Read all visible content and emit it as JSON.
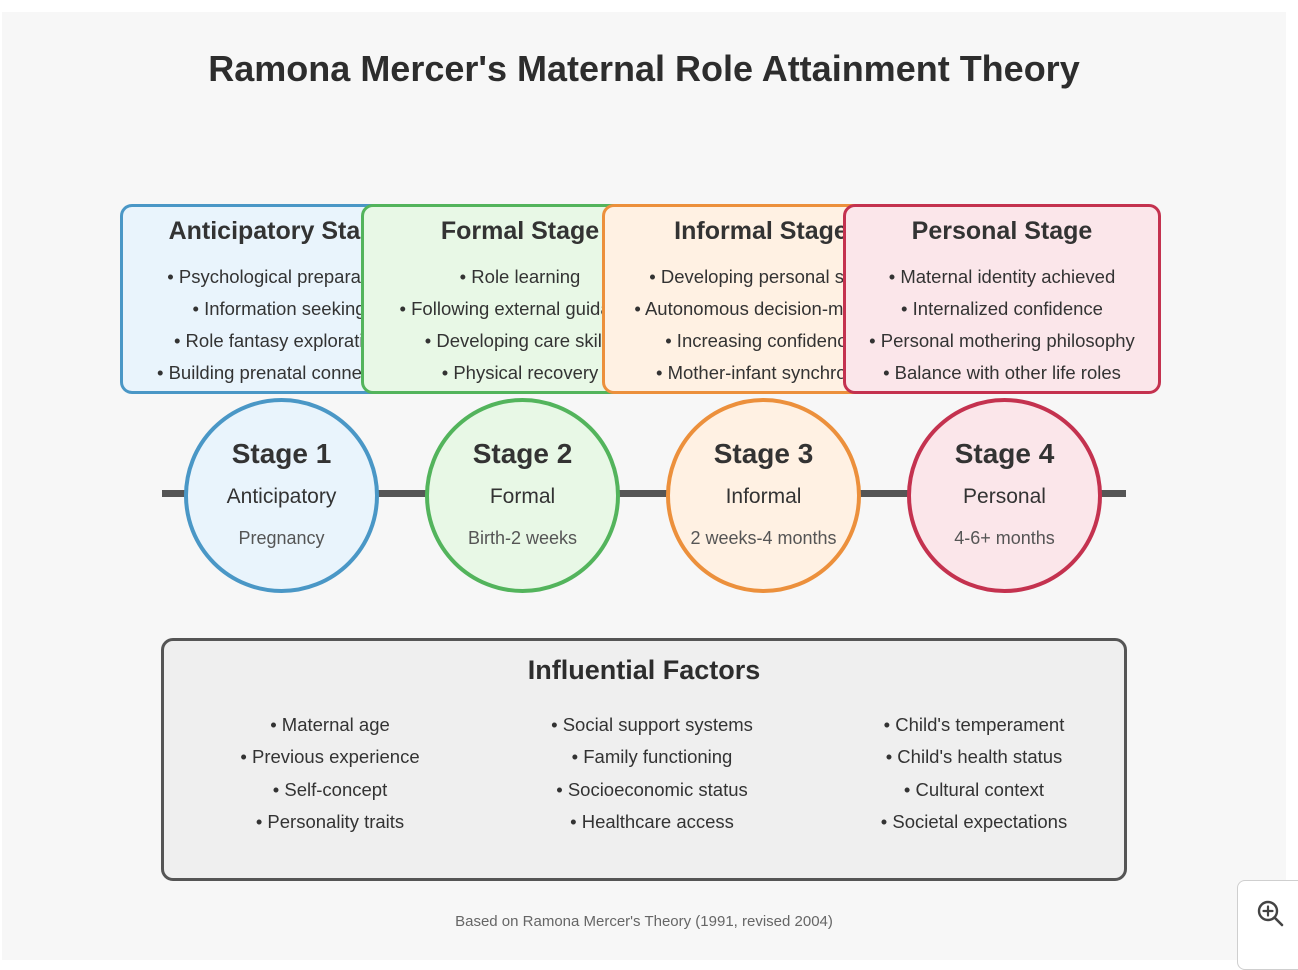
{
  "title": "Ramona Mercer's Maternal Role Attainment Theory",
  "stages": [
    {
      "box_title": "Anticipatory Stage",
      "bullets": [
        "• Psychological preparation",
        "• Information seeking",
        "• Role fantasy exploration",
        "• Building prenatal connection"
      ],
      "circle_label": "Stage 1",
      "name": "Anticipatory",
      "period": "Pregnancy",
      "color": "#4a97c6"
    },
    {
      "box_title": "Formal Stage",
      "bullets": [
        "• Role learning",
        "• Following external guidance",
        "• Developing care skills",
        "• Physical recovery"
      ],
      "circle_label": "Stage 2",
      "name": "Formal",
      "period": "Birth-2 weeks",
      "color": "#53b45c"
    },
    {
      "box_title": "Informal Stage",
      "bullets": [
        "• Developing personal style",
        "• Autonomous decision-making",
        "• Increasing confidence",
        "• Mother-infant synchrony"
      ],
      "circle_label": "Stage 3",
      "name": "Informal",
      "period": "2 weeks-4 months",
      "color": "#ec903c"
    },
    {
      "box_title": "Personal Stage",
      "bullets": [
        "• Maternal identity achieved",
        "• Internalized confidence",
        "• Personal mothering philosophy",
        "• Balance with other life roles"
      ],
      "circle_label": "Stage 4",
      "name": "Personal",
      "period": "4-6+ months",
      "color": "#c4324f"
    }
  ],
  "factors": {
    "title": "Influential Factors",
    "columns": [
      [
        "• Maternal age",
        "• Previous experience",
        "• Self-concept",
        "• Personality traits"
      ],
      [
        "• Social support systems",
        "• Family functioning",
        "• Socioeconomic status",
        "• Healthcare access"
      ],
      [
        "• Child's temperament",
        "• Child's health status",
        "• Cultural context",
        "• Societal expectations"
      ]
    ]
  },
  "footnote": "Based on Ramona Mercer's Theory (1991, revised 2004)",
  "zoom_icon": "zoom-in-icon"
}
